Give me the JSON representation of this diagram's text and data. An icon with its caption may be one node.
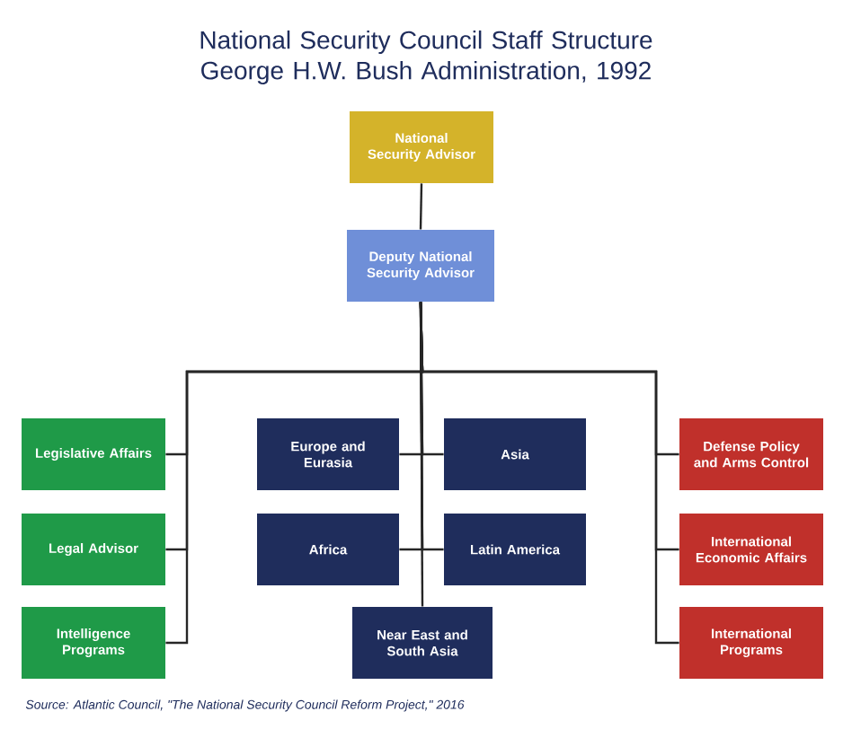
{
  "diagram": {
    "title": "National Security Council Staff Structure George H.W. Bush Administration, 1992",
    "caption": "Source: Atlantic Council, \"The National Security Council Reform Project,\" 2016",
    "nodes": [
      {
        "text": [
          "National Security Advisor"
        ]
      },
      {
        "text": [
          "Deputy National Security Advisor"
        ]
      },
      {
        "text": [
          "Legislative Affairs"
        ]
      },
      {
        "text": [
          "Legal Advisor"
        ]
      },
      {
        "text": [
          "Intelligence Programs"
        ]
      },
      {
        "text": [
          "Europe and Eurasia"
        ]
      },
      {
        "text": [
          "Asia"
        ]
      },
      {
        "text": [
          "Africa"
        ]
      },
      {
        "text": [
          "Latin America"
        ]
      },
      {
        "text": [
          "Near East and South Asia"
        ]
      },
      {
        "text": [
          "Defense Policy and Arms Control"
        ]
      },
      {
        "text": [
          "International Economic Affairs"
        ]
      },
      {
        "text": [
          "International Programs"
        ]
      }
    ],
    "edges": [
      {
        "from": 0,
        "to": 1,
        "arrow": "none"
      },
      {
        "from": 1,
        "to": 2,
        "arrow": "none"
      },
      {
        "from": 1,
        "to": 3,
        "arrow": "none"
      },
      {
        "from": 1,
        "to": 4,
        "arrow": "none"
      },
      {
        "from": 1,
        "to": 5,
        "arrow": "none"
      },
      {
        "from": 1,
        "to": 6,
        "arrow": "none"
      },
      {
        "from": 1,
        "to": 7,
        "arrow": "none"
      },
      {
        "from": 1,
        "to": 8,
        "arrow": "none"
      },
      {
        "from": 1,
        "to": 9,
        "arrow": "none"
      },
      {
        "from": 1,
        "to": 10,
        "arrow": "none"
      },
      {
        "from": 1,
        "to": 11,
        "arrow": "none"
      },
      {
        "from": 1,
        "to": 12,
        "arrow": "none"
      }
    ]
  }
}
